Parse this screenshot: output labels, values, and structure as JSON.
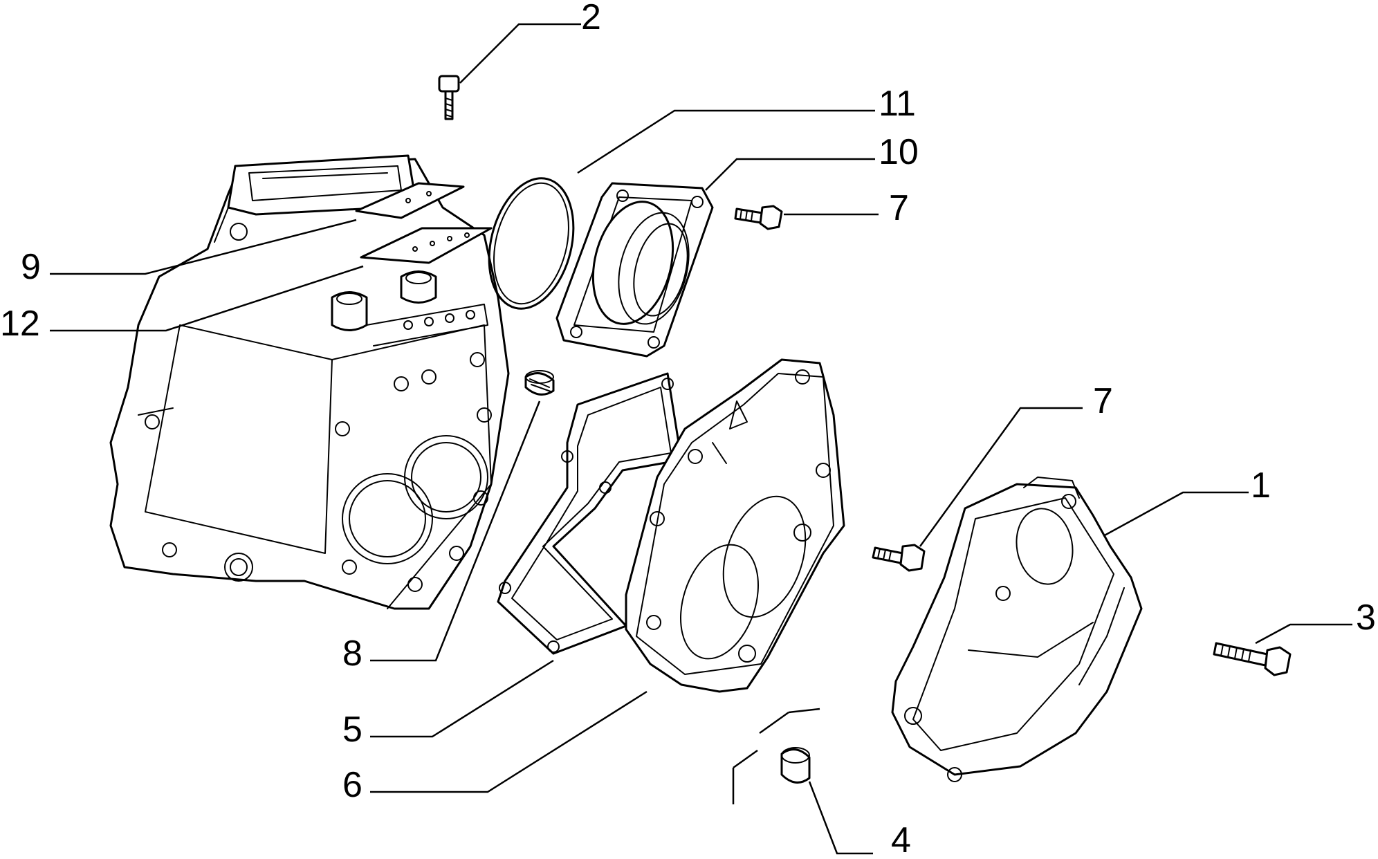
{
  "diagram": {
    "callouts": [
      {
        "id": "c2",
        "label": "2"
      },
      {
        "id": "c11",
        "label": "11"
      },
      {
        "id": "c10",
        "label": "10"
      },
      {
        "id": "c7a",
        "label": "7"
      },
      {
        "id": "c9",
        "label": "9"
      },
      {
        "id": "c12",
        "label": "12"
      },
      {
        "id": "c7b",
        "label": "7"
      },
      {
        "id": "c1",
        "label": "1"
      },
      {
        "id": "c3",
        "label": "3"
      },
      {
        "id": "c8",
        "label": "8"
      },
      {
        "id": "c5",
        "label": "5"
      },
      {
        "id": "c6",
        "label": "6"
      },
      {
        "id": "c4",
        "label": "4"
      }
    ]
  }
}
